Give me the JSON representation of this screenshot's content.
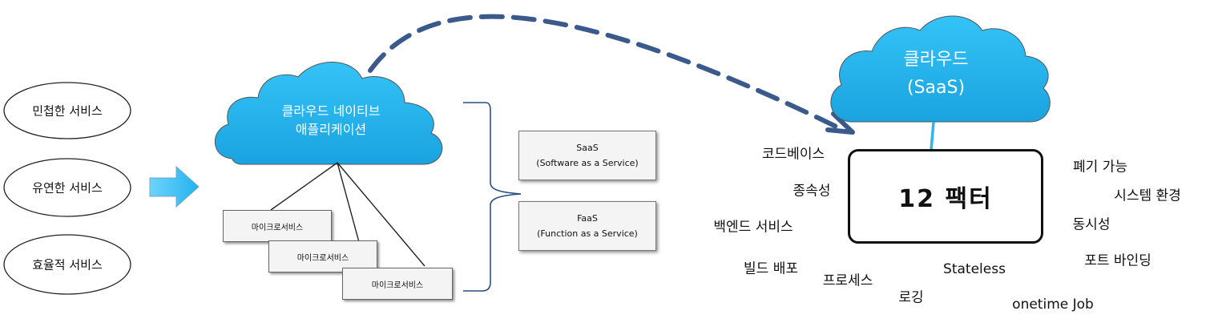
{
  "left_ellipses": [
    "민첩한 서비스",
    "유연한 서비스",
    "효율적 서비스"
  ],
  "cloud_native": {
    "line1": "클라우드 네이티브",
    "line2": "애플리케이션"
  },
  "microservices": [
    "마이크로서비스",
    "마이크로서비스",
    "마이크로서비스"
  ],
  "services": [
    {
      "name": "SaaS",
      "desc": "(Software as a Service)"
    },
    {
      "name": "FaaS",
      "desc": "(Function as a Service)"
    }
  ],
  "cloud_saas": {
    "line1": "클라우드",
    "line2": "(SaaS)"
  },
  "factor_box": "12 팩터",
  "keywords": {
    "codebase": "코드베이스",
    "dependency": "종속성",
    "backend": "백엔드 서비스",
    "build": "빌드 배포",
    "process": "프로세스",
    "logging": "로깅",
    "stateless": "Stateless",
    "disposable": "폐기 가능",
    "system_env": "시스템 환경",
    "concurrency": "동시성",
    "port_binding": "포트 바인딩",
    "onetime_job": "onetime Job"
  },
  "colors": {
    "cloud": "#2fb6ef",
    "arrow_blue": "#3a5a8c",
    "right_arrow": "#2fb6ef"
  }
}
